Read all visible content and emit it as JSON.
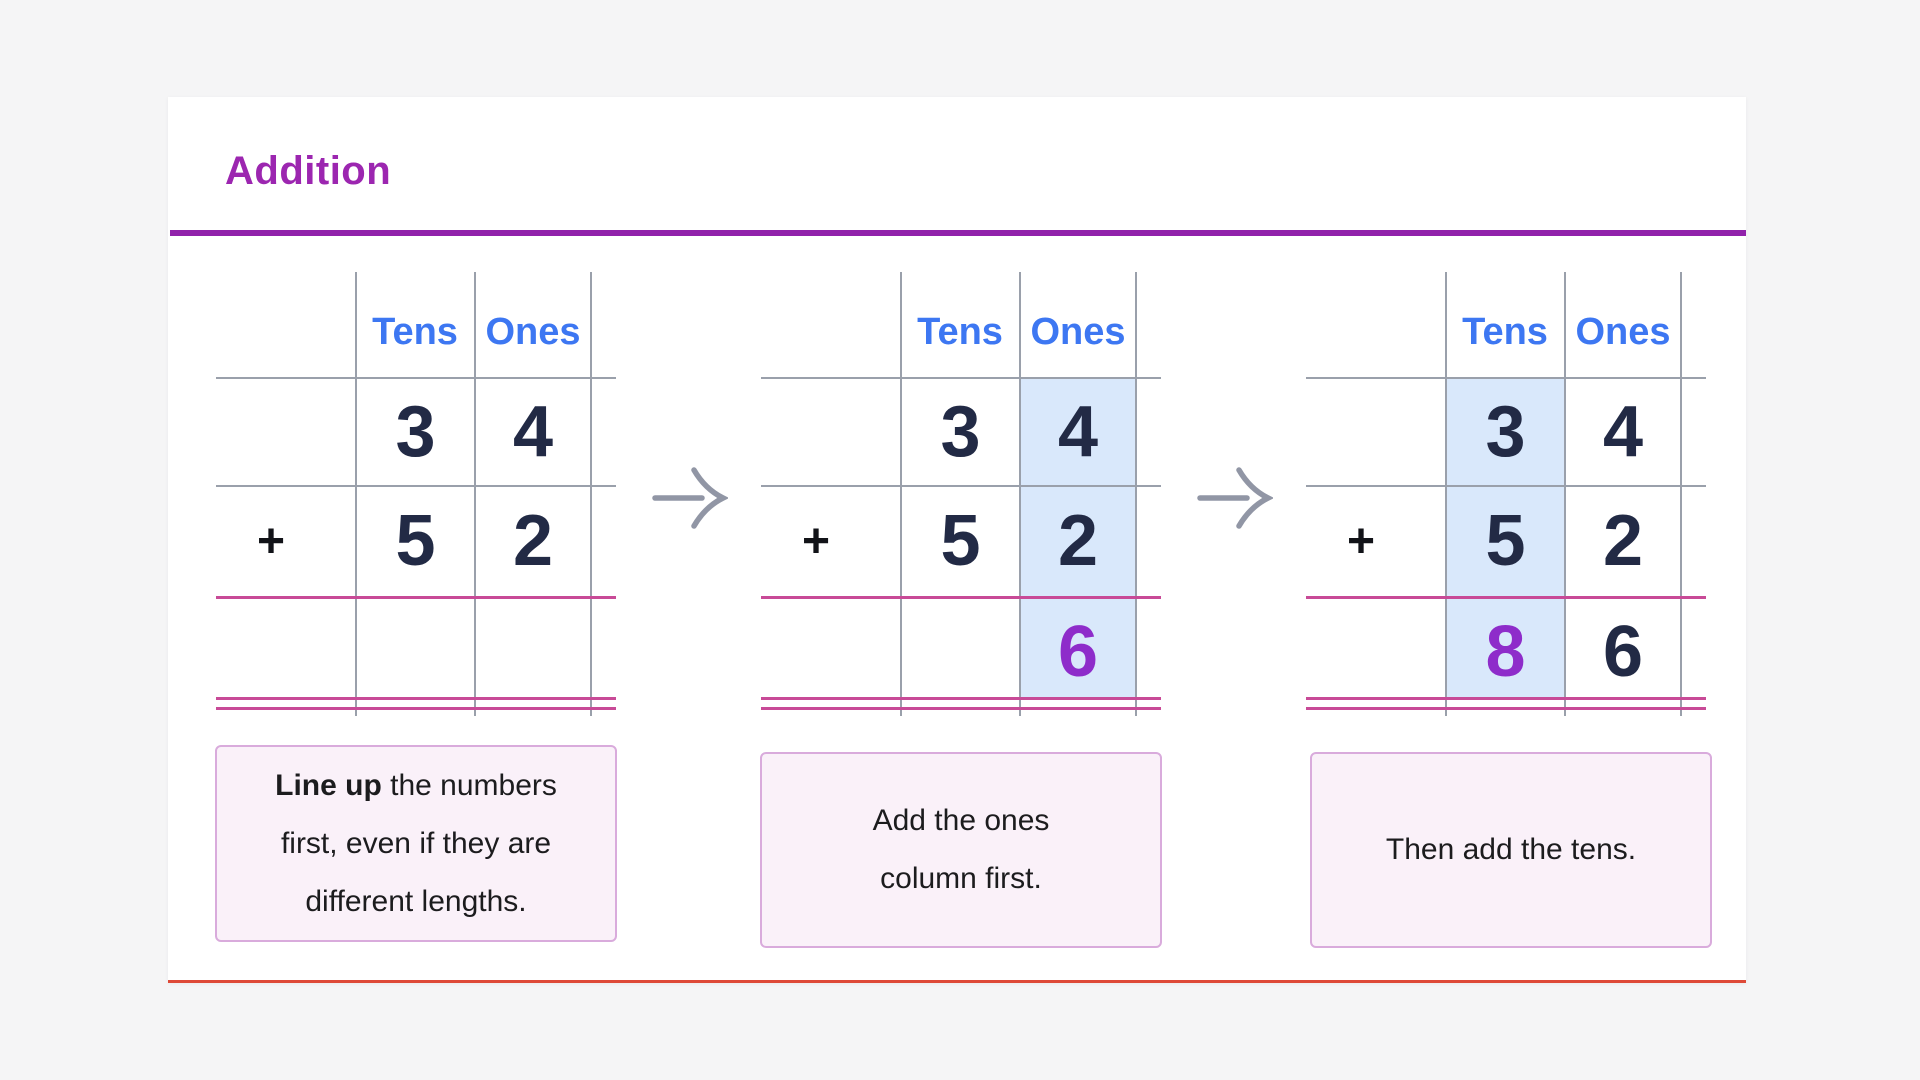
{
  "card": {
    "title": "Addition"
  },
  "panels": [
    {
      "headers": {
        "tens": "Tens",
        "ones": "Ones"
      },
      "operator": "+",
      "addend_top": {
        "tens": "3",
        "ones": "4"
      },
      "addend_bottom": {
        "tens": "5",
        "ones": "2"
      },
      "result": {
        "tens": "",
        "ones": ""
      },
      "highlighted_column": "none",
      "caption": {
        "line1_bold": "Line up",
        "line1_rest": " the numbers",
        "line2": "first, even if they are",
        "line3": "different lengths."
      }
    },
    {
      "headers": {
        "tens": "Tens",
        "ones": "Ones"
      },
      "operator": "+",
      "addend_top": {
        "tens": "3",
        "ones": "4"
      },
      "addend_bottom": {
        "tens": "5",
        "ones": "2"
      },
      "result": {
        "tens": "",
        "ones": "6"
      },
      "highlighted_column": "ones",
      "caption": {
        "line1": "Add the ones",
        "line2": "column first."
      }
    },
    {
      "headers": {
        "tens": "Tens",
        "ones": "Ones"
      },
      "operator": "+",
      "addend_top": {
        "tens": "3",
        "ones": "4"
      },
      "addend_bottom": {
        "tens": "5",
        "ones": "2"
      },
      "result": {
        "tens": "8",
        "ones": "6"
      },
      "highlighted_column": "tens",
      "caption": {
        "line1": "Then add the tens."
      }
    }
  ],
  "icons": {
    "arrow_between_steps": "arrow-right"
  },
  "colors": {
    "title_purple": "#9c26b0",
    "divider_purple": "#9122ab",
    "header_blue": "#3d77f2",
    "digit_navy": "#222a45",
    "result_purple": "#8e2cca",
    "sum_line_pink": "#c84a97",
    "grid_line_gray": "#9aa0ab",
    "arrow_gray": "#9196a5",
    "column_highlight_blue": "#d9e8fb",
    "caption_background": "#faf1f9",
    "caption_border": "#d9abdc",
    "card_bottom_line_red": "#de4937",
    "page_background": "#f5f5f6"
  }
}
